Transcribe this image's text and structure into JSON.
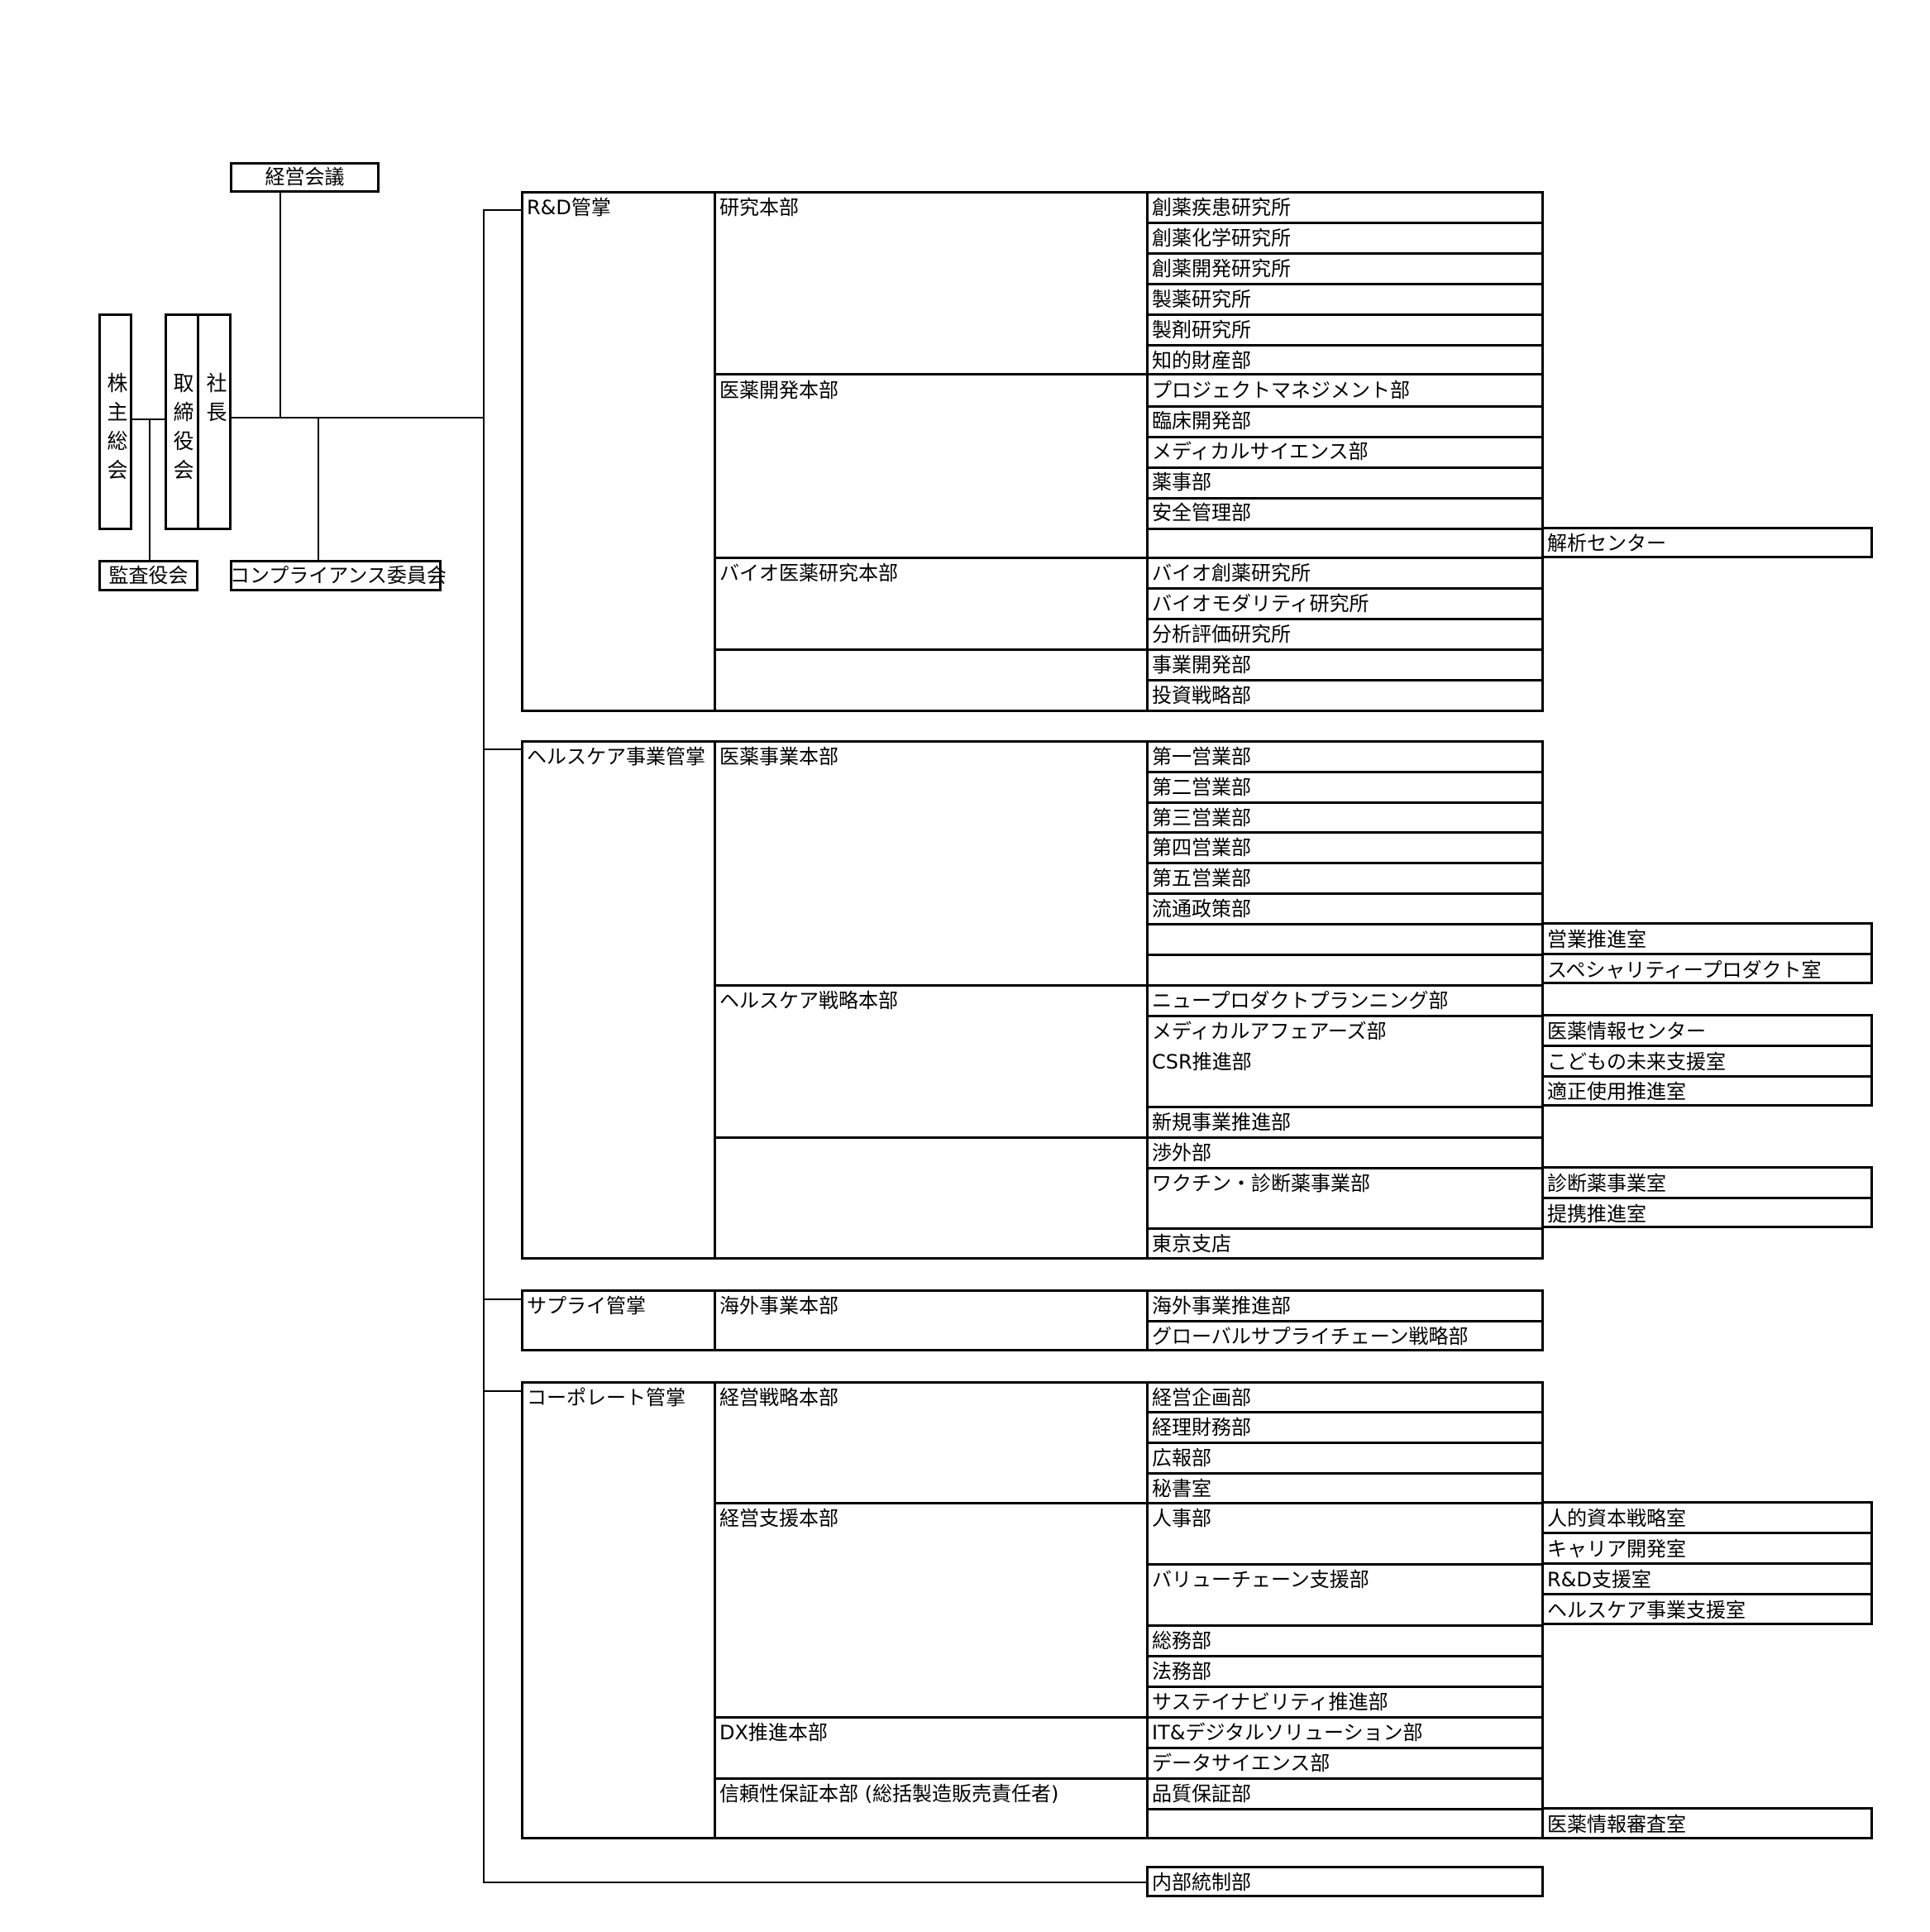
{
  "top": {
    "shareholders": "株主総会",
    "board": "取締役会",
    "president": "社長",
    "mgmt_meeting": "経営会議",
    "auditors": "監査役会",
    "compliance": "コンプライアンス委員会"
  },
  "rd": {
    "name": "R&D管掌",
    "research_hq": "研究本部",
    "research_units": [
      "創薬疾患研究所",
      "創薬化学研究所",
      "創薬開発研究所",
      "製薬研究所",
      "製剤研究所",
      "知的財産部"
    ],
    "dev_hq": "医薬開発本部",
    "dev_units": [
      "プロジェクトマネジメント部",
      "臨床開発部",
      "メディカルサイエンス部",
      "薬事部",
      "安全管理部"
    ],
    "analysis_center": "解析センター",
    "bio_hq": "バイオ医薬研究本部",
    "bio_units": [
      "バイオ創薬研究所",
      "バイオモダリティ研究所",
      "分析評価研究所"
    ],
    "direct_units": [
      "事業開発部",
      "投資戦略部"
    ]
  },
  "hc": {
    "name": "ヘルスケア事業管掌",
    "sales_hq": "医薬事業本部",
    "sales_units": [
      "第一営業部",
      "第二営業部",
      "第三営業部",
      "第四営業部",
      "第五営業部",
      "流通政策部"
    ],
    "sales_rooms": [
      "営業推進室",
      "スペシャリティープロダクト室"
    ],
    "strategy_hq": "ヘルスケア戦略本部",
    "new_product": "ニュープロダクトプランニング部",
    "medical_affairs": "メディカルアフェアーズ部",
    "csr": "CSR推進部",
    "ma_rooms": [
      "医薬情報センター",
      "こどもの未来支援室",
      "適正使用推進室"
    ],
    "new_business": "新規事業推進部",
    "external": "渉外部",
    "vaccine": "ワクチン・診断薬事業部",
    "vaccine_rooms": [
      "診断薬事業室",
      "提携推進室"
    ],
    "tokyo": "東京支店"
  },
  "supply": {
    "name": "サプライ管掌",
    "overseas_hq": "海外事業本部",
    "units": [
      "海外事業推進部",
      "グローバルサプライチェーン戦略部"
    ]
  },
  "corp": {
    "name": "コーポレート管掌",
    "strategy_hq": "経営戦略本部",
    "strategy_units": [
      "経営企画部",
      "経理財務部",
      "広報部",
      "秘書室"
    ],
    "support_hq": "経営支援本部",
    "hr": "人事部",
    "hr_rooms": [
      "人的資本戦略室",
      "キャリア開発室"
    ],
    "value_chain": "バリューチェーン支援部",
    "vc_rooms": [
      "R&D支援室",
      "ヘルスケア事業支援室"
    ],
    "support_units": [
      "総務部",
      "法務部",
      "サステイナビリティ推進部"
    ],
    "dx_hq": "DX推進本部",
    "dx_units": [
      "IT&デジタルソリューション部",
      "データサイエンス部"
    ],
    "qa_hq": "信頼性保証本部 (総括製造販売責任者)",
    "qa_unit": "品質保証部",
    "qa_room": "医薬情報審査室"
  },
  "internal_audit": "内部統制部"
}
